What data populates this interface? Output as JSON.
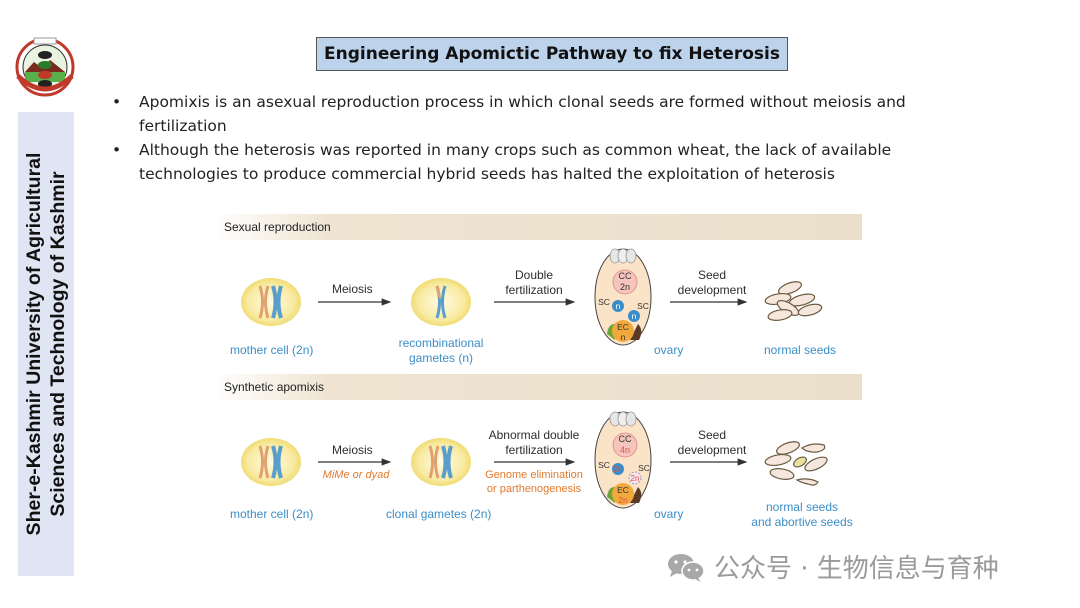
{
  "sidebar": {
    "institution_line1": "Sher-e-Kashmir University of Agricultural",
    "institution_line2": "Sciences and Technology of Kashmir",
    "logo_icon": "university-emblem-icon"
  },
  "header": {
    "title": "Engineering Apomictic Pathway to fix Heterosis"
  },
  "bullets": [
    {
      "text_line1": "Apomixis is an asexual reproduction process in which clonal seeds are formed without meiosis and",
      "text_line2": "fertilization"
    },
    {
      "text_line1": "Although the heterosis was reported in many crops such as common wheat, the lack of available",
      "text_line2": "technologies to produce commercial hybrid seeds has halted the exploitation of heterosis"
    }
  ],
  "bullet_symbol": "•",
  "figure": {
    "sexual": {
      "section_label": "Sexual reproduction",
      "step1_arrow_label": "Meiosis",
      "step2_arrow_label_line1": "Double",
      "step2_arrow_label_line2": "fertilization",
      "step3_arrow_label_line1": "Seed",
      "step3_arrow_label_line2": "development",
      "mother_cell_label": "mother cell (2n)",
      "gametes_label_line1": "recombinational",
      "gametes_label_line2": "gametes (n)",
      "ovary_label": "ovary",
      "seeds_label": "normal seeds",
      "ovary_cells": {
        "cc": "CC",
        "cc_ploidy": "2n",
        "sc": "SC",
        "sc1_ploidy": "n",
        "sc2_ploidy": "n",
        "ec": "EC",
        "ec_ploidy": "n"
      }
    },
    "apomixis": {
      "section_label": "Synthetic apomixis",
      "step1_arrow_label": "Meiosis",
      "step1_arrow_sublabel": "MiMe or dyad",
      "step2_arrow_label_line1": "Abnormal double",
      "step2_arrow_label_line2": "fertilization",
      "step2_arrow_sublabel_line1": "Genome elimination",
      "step2_arrow_sublabel_line2": "or  parthenogenesis",
      "step3_arrow_label_line1": "Seed",
      "step3_arrow_label_line2": "development",
      "mother_cell_label": "mother cell (2n)",
      "gametes_label": "clonal gametes (2n)",
      "ovary_label": "ovary",
      "seeds_label_line1": "normal seeds",
      "seeds_label_line2": "and abortive seeds",
      "ovary_cells": {
        "cc": "CC",
        "cc_ploidy": "4n",
        "sc": "SC",
        "sc1_ploidy": "2n",
        "sc2_ploidy": "2n",
        "ec": "EC",
        "ec_ploidy": "2n"
      }
    },
    "colors": {
      "label_blue": "#3a8ec6",
      "label_orange": "#e07a2e",
      "cell_yellow": "#f6e79a",
      "ovary_fill": "#fbe3c8",
      "central_cell": "#f5c4bd",
      "sperm_cell": "#3b8dc9",
      "egg_cell": "#f2a93c"
    }
  },
  "watermark": {
    "icon": "wechat-icon",
    "text": "公众号 · 生物信息与育种"
  }
}
